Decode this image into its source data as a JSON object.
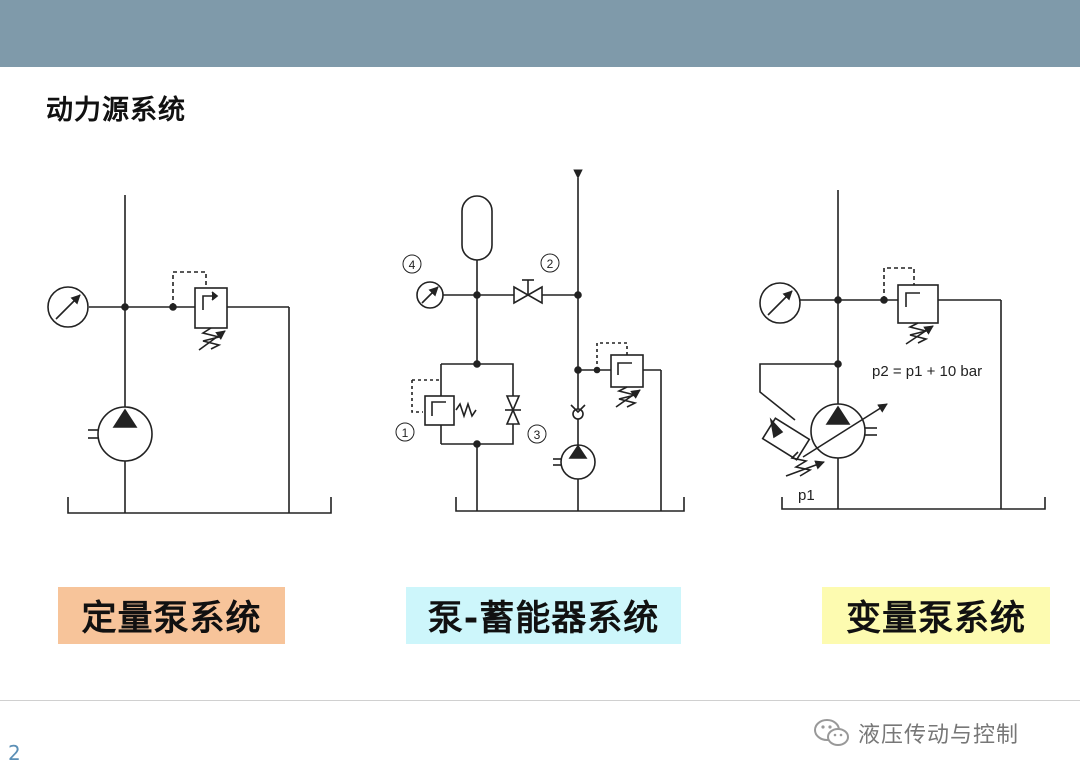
{
  "slide_title": "动力源系统",
  "labels": {
    "fixed": "定量泵系统",
    "accumulator": "泵-蓄能器系统",
    "variable": "变量泵系统"
  },
  "diagram_texts": {
    "n1": "1",
    "n2": "2",
    "n3": "3",
    "n4": "4",
    "p2_formula": "p2 = p1 + 10 bar",
    "p1": "p1"
  },
  "page_number": "2",
  "watermark": "液压传动与控制",
  "colors": {
    "header_bar": "#7f9aaa",
    "fixed_box": "#f7c49a",
    "accumulator_box": "#cdf6fb",
    "variable_box": "#fdfbb0",
    "page_number": "#5b8fb6"
  }
}
